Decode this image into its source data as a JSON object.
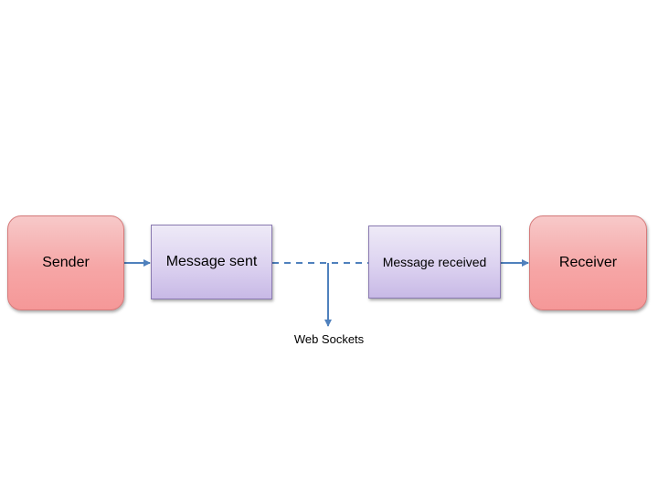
{
  "nodes": {
    "sender": "Sender",
    "message_sent": "Message sent",
    "message_received": "Message received",
    "receiver": "Receiver"
  },
  "channel_label": "Web Sockets",
  "colors": {
    "endpoint_fill": "#f6a6a6",
    "message_fill": "#dcd2f0",
    "connector": "#4f81bd"
  }
}
